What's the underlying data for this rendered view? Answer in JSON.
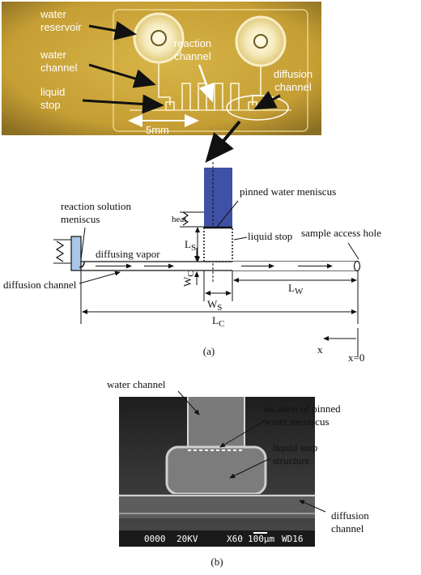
{
  "photo": {
    "labels": {
      "water_reservoir": [
        "water",
        "reservoir"
      ],
      "water_channel": [
        "water",
        "channel"
      ],
      "liquid_stop": [
        "liquid",
        "stop"
      ],
      "reaction_channel": [
        "reaction",
        "channel"
      ],
      "diffusion_channel": [
        "diffusion",
        "channel"
      ],
      "scale": "5mm"
    }
  },
  "schematic": {
    "labels": {
      "pinned_water_meniscus": "pinned water meniscus",
      "heat": "heat",
      "liquid_stop": "liquid stop",
      "sample_access_hole": "sample access hole",
      "reaction_solution_meniscus": [
        "reaction solution",
        "meniscus"
      ],
      "diffusing_vapor": "diffusing vapor",
      "diffusion_channel": "diffusion channel",
      "Ls": "L",
      "Ls_sub": "S",
      "Wc": "W",
      "Wc_sub": "C",
      "Ws": "W",
      "Ws_sub": "S",
      "Lw": "L",
      "Lw_sub": "W",
      "Lc": "L",
      "Lc_sub": "C",
      "x": "x",
      "x0": "x=0"
    },
    "caption": "(a)"
  },
  "sem": {
    "labels": {
      "water_channel": "water channel",
      "pinned_location": [
        "location of pinned",
        "water meniscus"
      ],
      "liquid_stop_structure": [
        "liquid stop",
        "structure"
      ],
      "diffusion_channel": [
        "diffusion",
        "channel"
      ]
    },
    "databar": {
      "id": "0000",
      "voltage": "20KV",
      "magnification": "X60",
      "scale": "100μm",
      "wd": "WD16"
    },
    "caption": "(b)"
  },
  "colors": {
    "photo_bg": "#c9a336",
    "water_column": "#3f51a5",
    "reaction_fluid": "#a9c6e8",
    "sem_bg": "#3a3a3a"
  }
}
